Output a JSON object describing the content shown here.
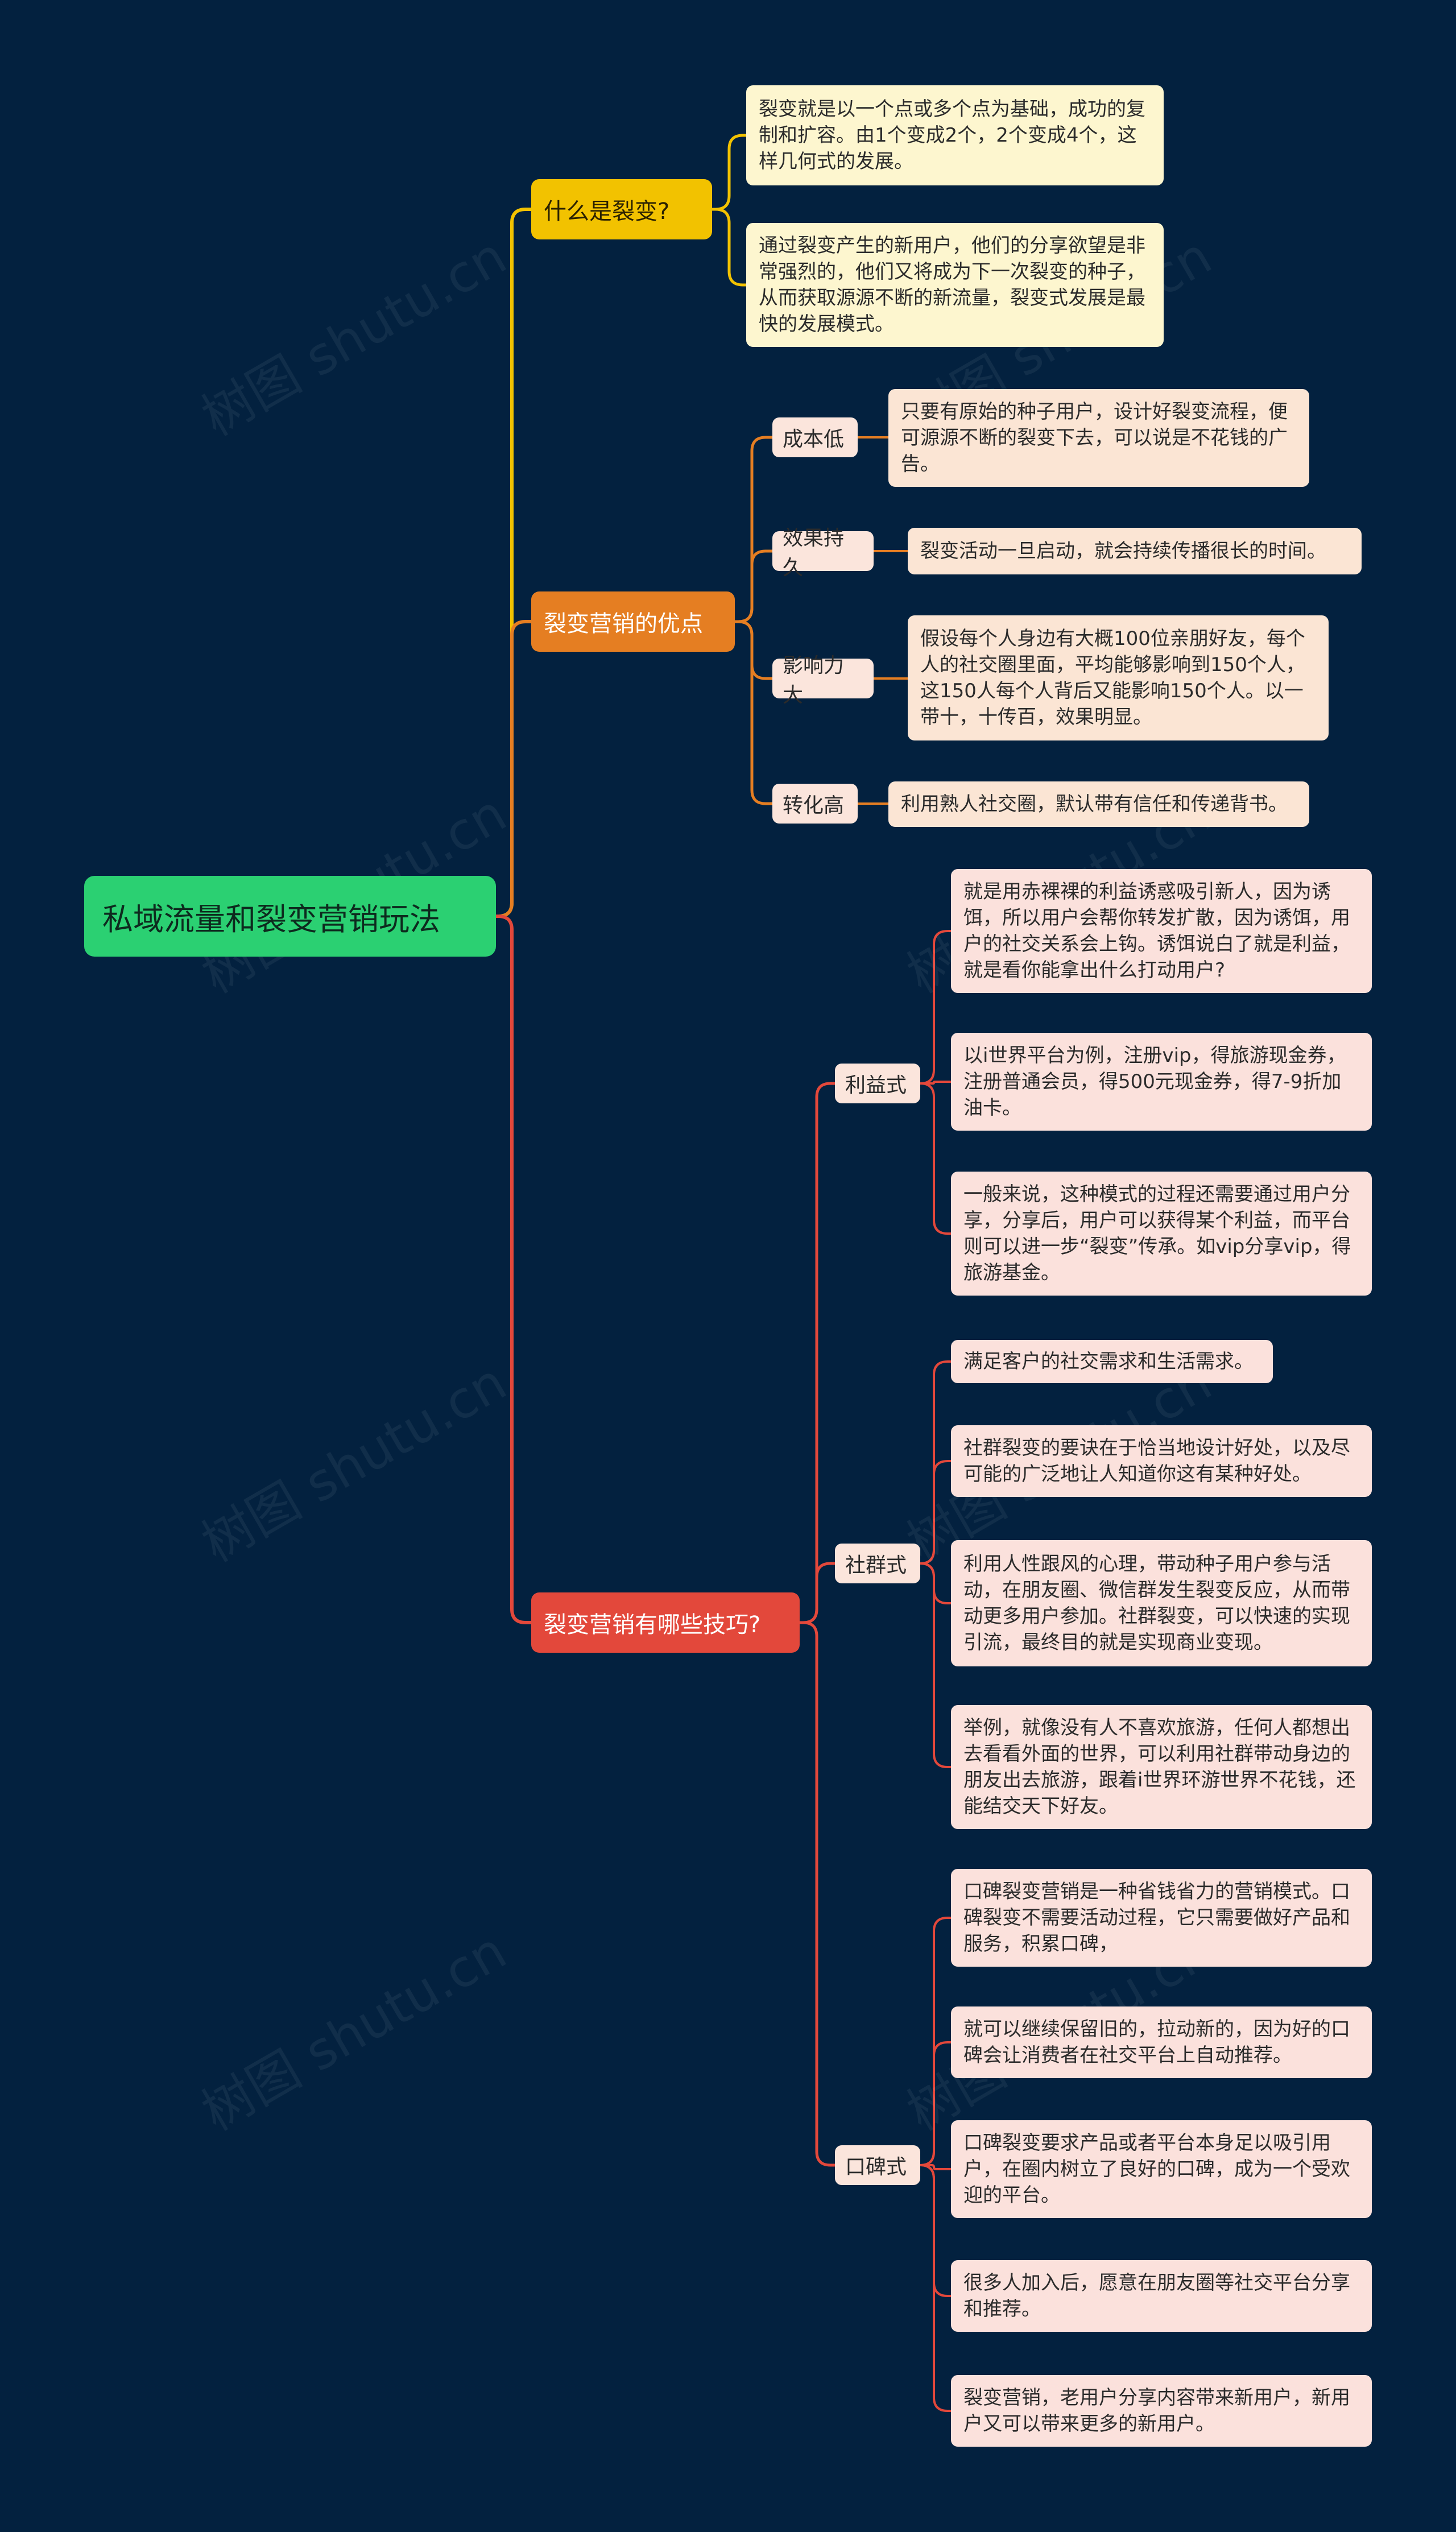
{
  "root": {
    "label": "私域流量和裂变营销玩法"
  },
  "branches": [
    {
      "label": "什么是裂变?",
      "color": "#f2c200",
      "leaves": [
        "裂变就是以一个点或多个点为基础，成功的复制和扩容。由1个变成2个，2个变成4个，这样几何式的发展。",
        "通过裂变产生的新用户，他们的分享欲望是非常强烈的，他们又将成为下一次裂变的种子，从而获取源源不断的新流量，裂变式发展是最快的发展模式。"
      ]
    },
    {
      "label": "裂变营销的优点",
      "color": "#e57e22",
      "subs": [
        {
          "label": "成本低",
          "leaves": [
            "只要有原始的种子用户，设计好裂变流程，便可源源不断的裂变下去，可以说是不花钱的广告。"
          ]
        },
        {
          "label": "效果持久",
          "leaves": [
            "裂变活动一旦启动，就会持续传播很长的时间。"
          ]
        },
        {
          "label": "影响力大",
          "leaves": [
            "假设每个人身边有大概100位亲朋好友，每个人的社交圈里面，平均能够影响到150个人，这150人每个人背后又能影响150个人。以一带十，十传百，效果明显。"
          ]
        },
        {
          "label": "转化高",
          "leaves": [
            "利用熟人社交圈，默认带有信任和传递背书。"
          ]
        }
      ]
    },
    {
      "label": "裂变营销有哪些技巧?",
      "color": "#e3483b",
      "subs": [
        {
          "label": "利益式",
          "leaves": [
            "就是用赤裸裸的利益诱惑吸引新人，因为诱饵，所以用户会帮你转发扩散，因为诱饵，用户的社交关系会上钩。诱饵说白了就是利益，就是看你能拿出什么打动用户?",
            "以i世界平台为例，注册vip，得旅游现金券，注册普通会员，得500元现金券，得7-9折加油卡。",
            "一般来说，这种模式的过程还需要通过用户分享，分享后，用户可以获得某个利益，而平台则可以进一步“裂变”传承。如vip分享vip，得旅游基金。"
          ]
        },
        {
          "label": "社群式",
          "leaves": [
            "满足客户的社交需求和生活需求。",
            "社群裂变的要诀在于恰当地设计好处，以及尽可能的广泛地让人知道你这有某种好处。",
            "利用人性跟风的心理，带动种子用户参与活动，在朋友圈、微信群发生裂变反应，从而带动更多用户参加。社群裂变，可以快速的实现引流，最终目的就是实现商业变现。",
            "举例，就像没有人不喜欢旅游，任何人都想出去看看外面的世界，可以利用社群带动身边的朋友出去旅游，跟着i世界环游世界不花钱，还能结交天下好友。"
          ]
        },
        {
          "label": "口碑式",
          "leaves": [
            "口碑裂变营销是一种省钱省力的营销模式。口碑裂变不需要活动过程，它只需要做好产品和服务，积累口碑，",
            "就可以继续保留旧的，拉动新的，因为好的口碑会让消费者在社交平台上自动推荐。",
            "口碑裂变要求产品或者平台本身足以吸引用户，在圈内树立了良好的口碑，成为一个受欢迎的平台。",
            "很多人加入后，愿意在朋友圈等社交平台分享和推荐。",
            "裂变营销，老用户分享内容带来新用户，新用户又可以带来更多的新用户。"
          ]
        }
      ]
    }
  ],
  "watermark": "树图 shutu.cn"
}
